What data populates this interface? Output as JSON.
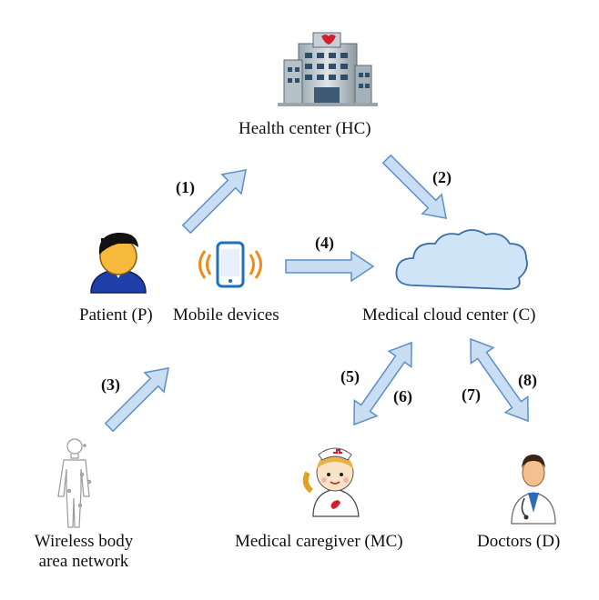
{
  "nodes": {
    "health_center": "Health center (HC)",
    "patient": "Patient (P)",
    "mobile_devices": "Mobile devices",
    "medical_cloud_center": "Medical cloud center (C)",
    "wban_line1": "Wireless body",
    "wban_line2": "area network",
    "medical_caregiver": "Medical caregiver (MC)",
    "doctors": "Doctors (D)"
  },
  "steps": [
    "(1)",
    "(2)",
    "(3)",
    "(4)",
    "(5)",
    "(6)",
    "(7)",
    "(8)"
  ],
  "colors": {
    "arrow_fill": "#c9def2",
    "arrow_stroke": "#5b8fc9",
    "cloud_fill": "#cfe4f7",
    "cloud_stroke": "#3a6ea8",
    "signal_orange": "#f08a1c",
    "phone_blue": "#1f6fc0"
  },
  "icons": [
    "hospital-building-icon",
    "patient-avatar-icon",
    "mobile-phone-icon",
    "cloud-icon",
    "body-sensor-figure-icon",
    "nurse-icon",
    "doctor-icon"
  ]
}
